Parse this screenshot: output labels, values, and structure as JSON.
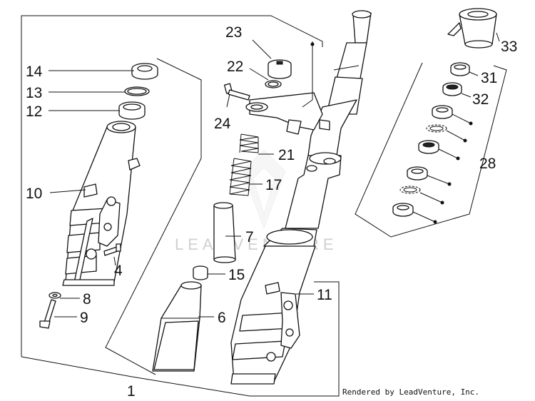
{
  "diagram": {
    "callouts": {
      "c1": "1",
      "c4": "4",
      "c6": "6",
      "c7": "7",
      "c8": "8",
      "c9": "9",
      "c10": "10",
      "c11": "11",
      "c12": "12",
      "c13": "13",
      "c14": "14",
      "c15": "15",
      "c17": "17",
      "c21": "21",
      "c22": "22",
      "c23": "23",
      "c24": "24",
      "c28": "28",
      "c31": "31",
      "c32": "32",
      "c33": "33"
    },
    "watermark": "LEADVENTURE",
    "credit": "Rendered by LeadVenture, Inc."
  }
}
